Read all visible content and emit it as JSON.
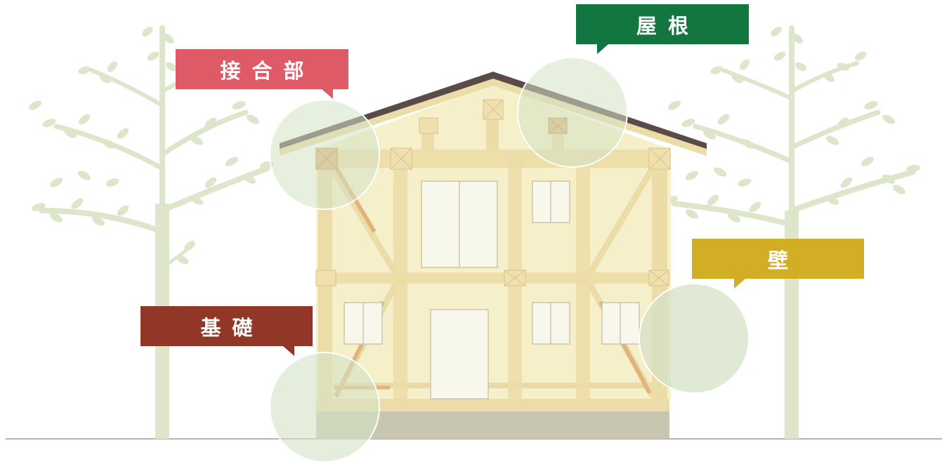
{
  "labels": {
    "roof": "屋根",
    "joint": "接合部",
    "wall": "壁",
    "foundation": "基礎"
  },
  "colors": {
    "roof_label": "#13753f",
    "joint_label": "#dd5a66",
    "wall_label": "#d1ae24",
    "foundation_label": "#923628",
    "tree": "#dde5ca",
    "house_fill": "#f5efca",
    "timber": "#ecdca8",
    "brace_accent": "#e0b47c",
    "roof_top": "#5a4a48",
    "foundation": "#c8c6b0",
    "highlight_circle": "#d4e2c4"
  },
  "icons": [
    "tree-left-icon",
    "tree-right-icon",
    "house-frame-icon"
  ]
}
